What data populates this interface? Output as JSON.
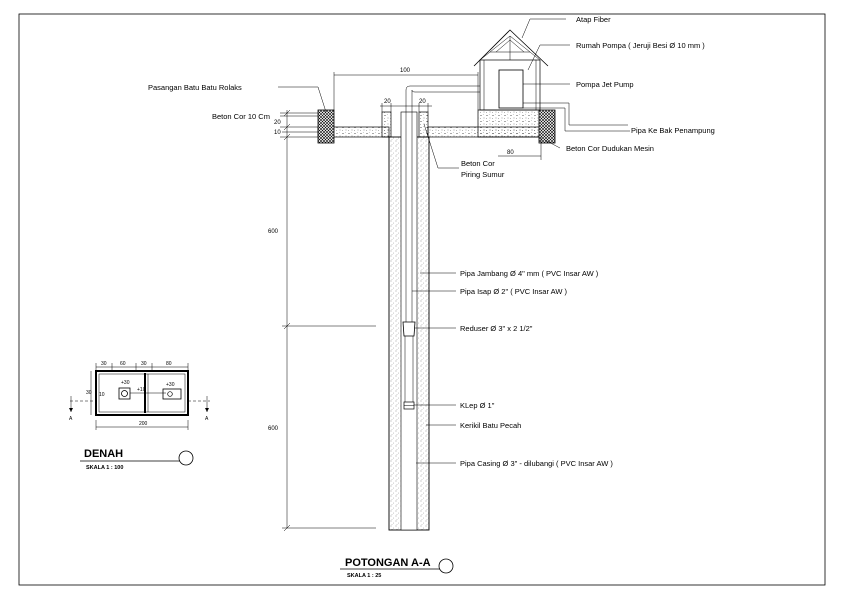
{
  "section": {
    "labels": {
      "atap": "Atap Fiber",
      "rumah_pompa": "Rumah Pompa ( Jeruji Besi Ø 10 mm )",
      "pompa": "Pompa Jet Pump",
      "pasangan": "Pasangan Batu Batu Rolaks",
      "beton_cor": "Beton Cor 10 Cm",
      "pipa_bak": "Pipa Ke Bak Penampung",
      "dudukan": "Beton Cor Dudukan Mesin",
      "piring_1": "Beton Cor",
      "piring_2": "Piring Sumur",
      "jambang": "Pipa Jambang Ø 4\" mm ( PVC Insar AW )",
      "isap": "Pipa Isap Ø 2\" ( PVC Insar AW )",
      "reduser": "Reduser Ø 3\" x 2 1/2\"",
      "klep": "KLep Ø 1\"",
      "kerikil": "Kerikil Batu Pecah",
      "casing": "Pipa Casing Ø 3\" - dilubangi ( PVC Insar AW )"
    },
    "dims": {
      "d100": "100",
      "d20a": "20",
      "d20b": "20",
      "d20c": "20",
      "d10": "10",
      "d80": "80",
      "d600a": "600",
      "d600b": "600"
    },
    "title": "POTONGAN A-A",
    "scale": "SKALA  1 : 25"
  },
  "plan": {
    "dims": {
      "d30a": "30",
      "d60": "60",
      "d30b": "30",
      "d80": "80",
      "d200": "200",
      "p30a": "+30",
      "p10": "+10",
      "p30b": "+30",
      "left10": "10",
      "left30": "30"
    },
    "cut_a1": "A",
    "cut_a2": "A",
    "title": "DENAH",
    "scale": "SKALA  1 : 100"
  }
}
